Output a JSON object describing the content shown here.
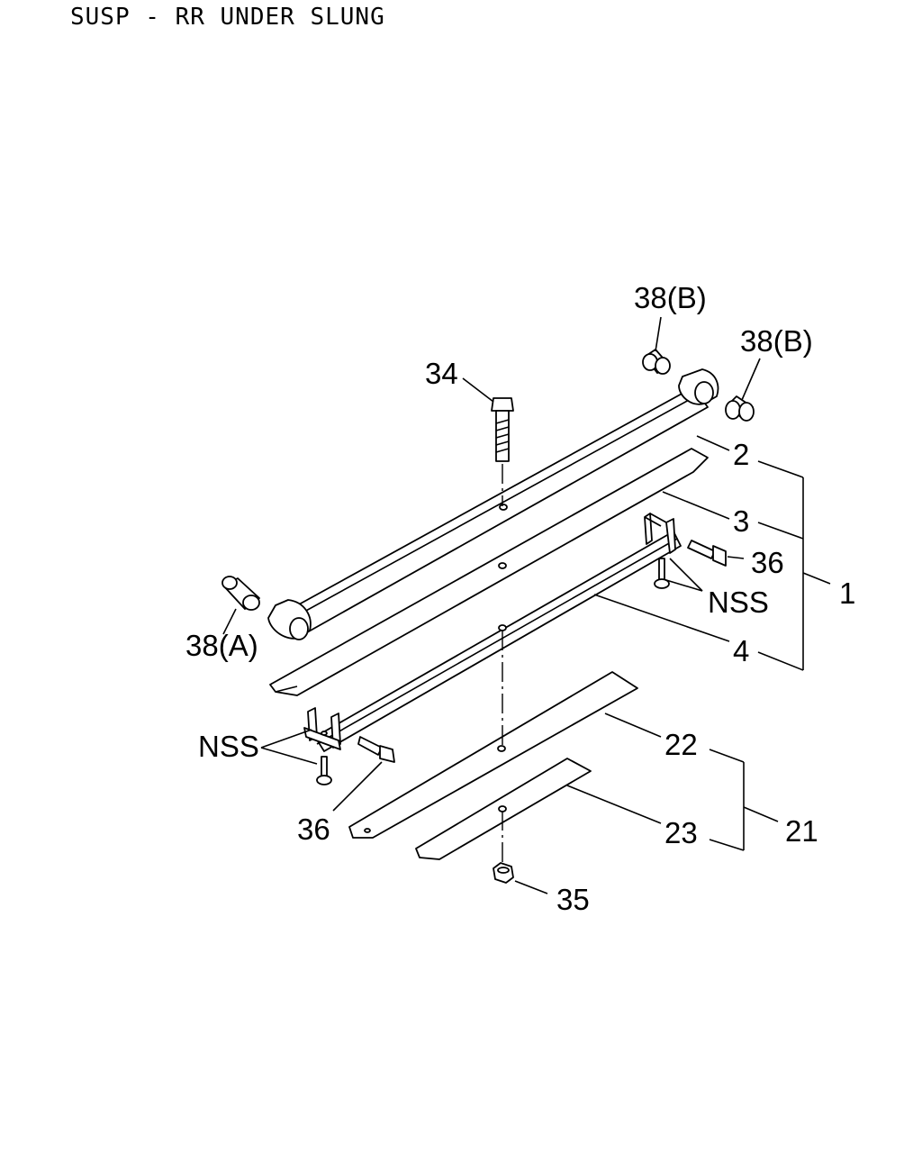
{
  "title": "SUSP - RR UNDER SLUNG",
  "callouts": {
    "p38b_top": "38(B)",
    "p38b_right": "38(B)",
    "p34": "34",
    "p2": "2",
    "p3": "3",
    "p36_right": "36",
    "p1": "1",
    "nss_right": "NSS",
    "p38a": "38(A)",
    "p4": "4",
    "nss_left": "NSS",
    "p22": "22",
    "p36_left": "36",
    "p21": "21",
    "p23": "23",
    "p35": "35"
  }
}
